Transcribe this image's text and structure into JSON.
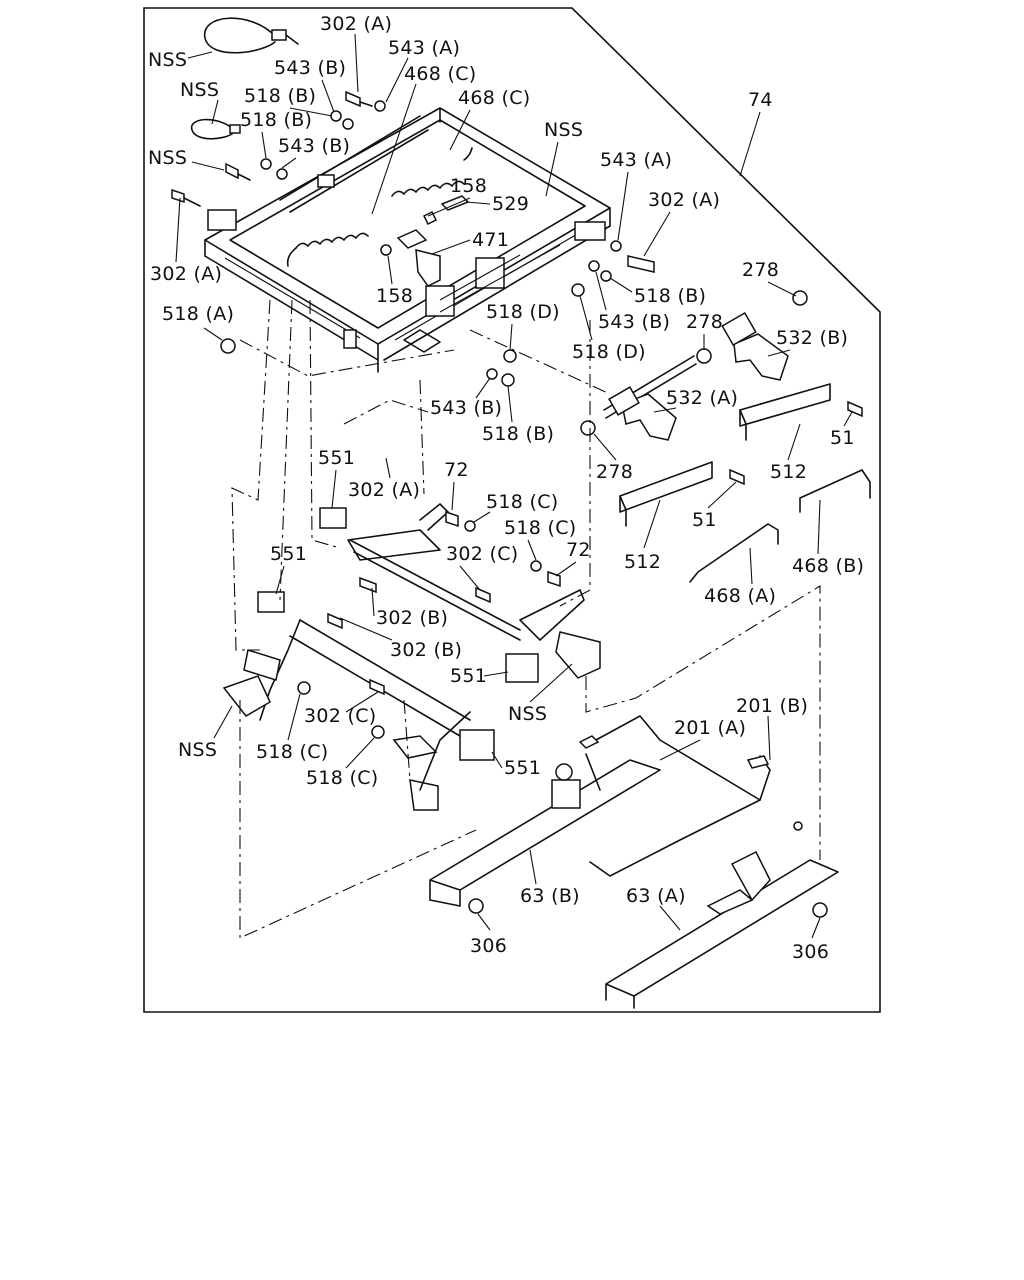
{
  "diagram": {
    "labels": [
      "NSS",
      "302 (A)",
      "543 (A)",
      "NSS",
      "543 (B)",
      "468 (C)",
      "518 (B)",
      "518 (B)",
      "468 (C)",
      "NSS",
      "543 (B)",
      "NSS",
      "74",
      "158",
      "529",
      "543 (A)",
      "302 (A)",
      "471",
      "302 (A)",
      "158",
      "518 (B)",
      "278",
      "518 (A)",
      "518 (D)",
      "543 (B)",
      "278",
      "518 (D)",
      "532 (B)",
      "543 (B)",
      "532 (A)",
      "518 (B)",
      "51",
      "278",
      "551",
      "72",
      "302 (A)",
      "518 (C)",
      "512",
      "518 (C)",
      "51",
      "551",
      "302 (C)",
      "72",
      "512",
      "468 (B)",
      "302 (B)",
      "468 (A)",
      "302 (B)",
      "551",
      "201 (B)",
      "302 (C)",
      "201 (A)",
      "NSS",
      "NSS",
      "518 (C)",
      "551",
      "518 (C)",
      "63 (B)",
      "63 (A)",
      "306",
      "306"
    ]
  }
}
